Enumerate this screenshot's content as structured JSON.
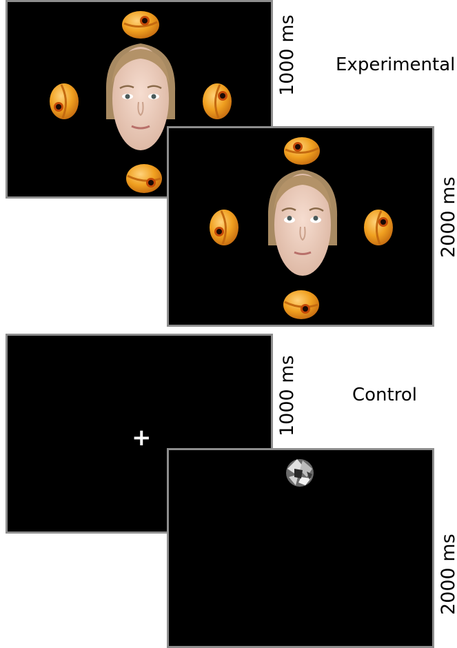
{
  "conditions": [
    {
      "label": "Experimental",
      "screens": [
        {
          "duration": "1000 ms",
          "face_gaze": "forward",
          "objects": [
            "top",
            "left",
            "right",
            "bottom"
          ]
        },
        {
          "duration": "2000 ms",
          "face_gaze": "up",
          "objects": [
            "top",
            "left",
            "right",
            "bottom"
          ]
        }
      ]
    },
    {
      "label": "Control",
      "screens": [
        {
          "duration": "1000 ms",
          "content": "+"
        },
        {
          "duration": "2000 ms",
          "object": "greyscale-scrambled-object"
        }
      ]
    }
  ],
  "colors": {
    "screen_bg": "#000000",
    "frame_border": "#8e8e8e",
    "object_orange": "#f0a020",
    "object_dark": "#c44a08"
  }
}
